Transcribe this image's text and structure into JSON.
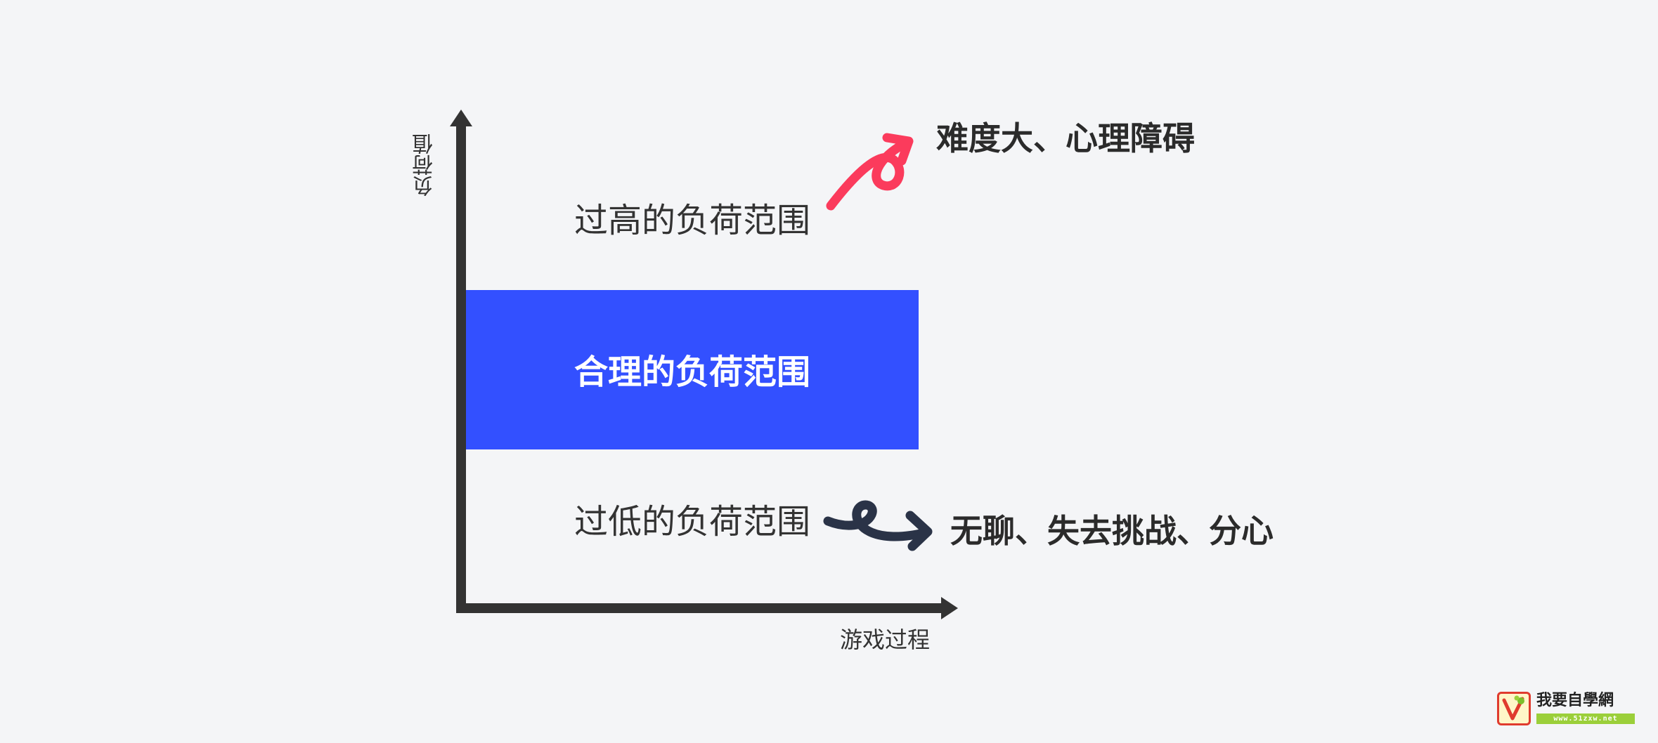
{
  "axes": {
    "y_label": "负荷值",
    "x_label": "游戏过程"
  },
  "zones": {
    "high": "过高的负荷范围",
    "ok": "合理的负荷范围",
    "low": "过低的负荷范围"
  },
  "effects": {
    "high": "难度大、心理障碍",
    "low": "无聊、失去挑战、分心"
  },
  "watermark": {
    "name": "我要自學網",
    "url": "www.51zxw.net"
  },
  "colors": {
    "background": "#f4f5f7",
    "axis": "#333333",
    "ok_zone": "#3350ff",
    "high_arrow": "#fb3b5c",
    "low_arrow": "#2a3347"
  }
}
